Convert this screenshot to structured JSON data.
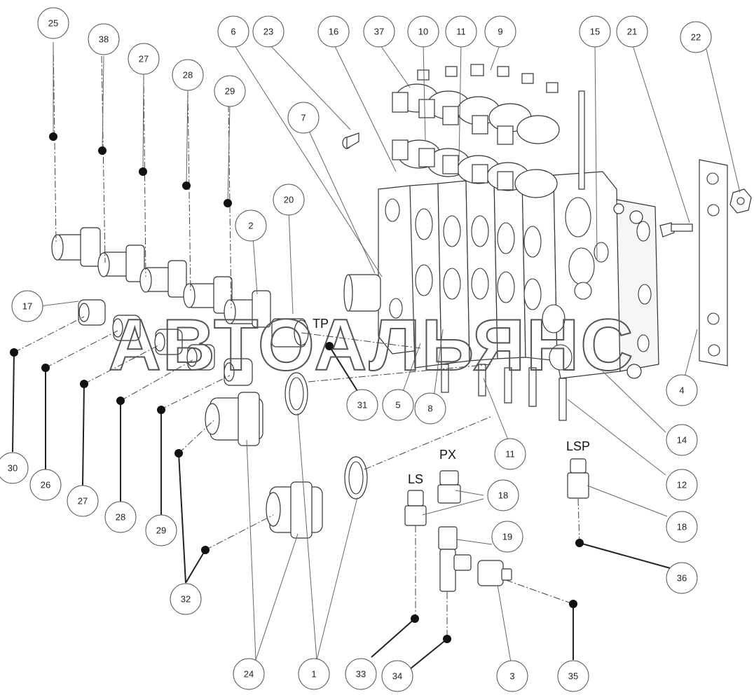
{
  "watermark": "АВТОАЛЬЯНС",
  "port_labels": {
    "tp": "TP",
    "ls": "LS",
    "px": "PX",
    "lsp": "LSP"
  },
  "callouts": {
    "c25": "25",
    "c38": "38",
    "c27a": "27",
    "c28a": "28",
    "c29a": "29",
    "c6": "6",
    "c23": "23",
    "c16": "16",
    "c37": "37",
    "c10": "10",
    "c11a": "11",
    "c9": "9",
    "c15": "15",
    "c21": "21",
    "c22": "22",
    "c7": "7",
    "c20": "20",
    "c2": "2",
    "c17": "17",
    "c31": "31",
    "c5": "5",
    "c8": "8",
    "c4": "4",
    "c14": "14",
    "c11b": "11",
    "c12": "12",
    "c18a": "18",
    "c18b": "18",
    "c19": "19",
    "c36": "36",
    "c30": "30",
    "c26": "26",
    "c27b": "27",
    "c28b": "28",
    "c29b": "29",
    "c32": "32",
    "c24": "24",
    "c1": "1",
    "c33": "33",
    "c34": "34",
    "c3": "3",
    "c35": "35"
  }
}
